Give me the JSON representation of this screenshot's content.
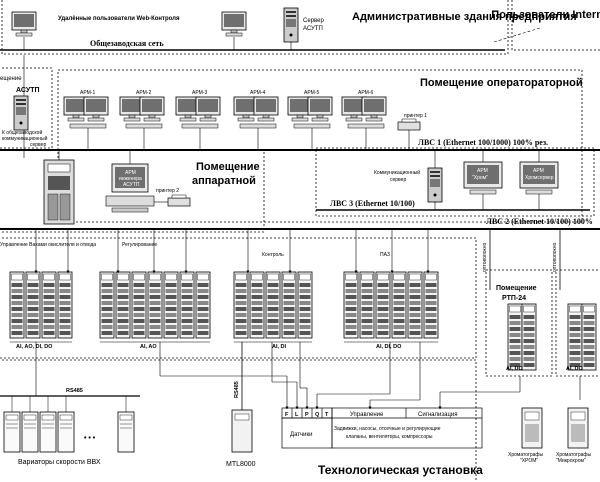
{
  "zones": {
    "admin_buildings": "Административные здания предприятия",
    "internet_users": "Пользователи Internet",
    "operator_room": "Помещение оператораторной",
    "apparatus_room_line1": "Помещение",
    "apparatus_room_line2": "аппаратной",
    "rtp24_line1": "Помещение",
    "rtp24_line2": "РТП-24",
    "tech_unit": "Технологическая установка",
    "asutp_left_line1": "ещение",
    "asutp_left_line2": "АСУТП"
  },
  "admin": {
    "remote_users": "Удалённые пользователи Web-Контроля",
    "server_line1": "Сервер",
    "server_line2": "АСУТП",
    "plant_network": "Общезаводская сеть"
  },
  "left_server": {
    "line1": "К общезаводской",
    "line2": "коммуникационный",
    "line3": "сервер"
  },
  "networks": {
    "lan1": "ЛВС 1  (Ethernet 100/1000) 100% рез.",
    "lan2": "ЛВС 2  (Ethernet 10/100) 100%",
    "lan3": "ЛВС 3  (Ethernet 10/100)"
  },
  "workstations": [
    "АРМ-1",
    "АРМ-2",
    "АРМ-3",
    "АРМ-4",
    "АРМ-5",
    "АРМ-6"
  ],
  "printer1": "принтер 1",
  "printer2": "принтер 2",
  "comm_server_line1": "Коммуникационный",
  "comm_server_line2": "сервер",
  "chrom_arms": [
    {
      "line1": "АРМ",
      "line2": "\"Хром\""
    },
    {
      "line1": "АРМ",
      "line2": "Хромсервер"
    }
  ],
  "eng_arm": {
    "line1": "АРМ",
    "line2": "инженера",
    "line3": "АСУТП"
  },
  "cabinet_groups": [
    {
      "title": "Управление Вахами окислителя и отвода",
      "io": "AI, AO, DI, DO"
    },
    {
      "title": "Регулирование",
      "io": "AI, AO"
    },
    {
      "title": "Контроль",
      "io": "AI, DI"
    },
    {
      "title": "ПАЗ",
      "io": "AI, DI, DO"
    }
  ],
  "rtp_io": [
    "AI, DO",
    "AI, DO"
  ],
  "fiber_label": "оптоволокно",
  "rs485_h": "RS485",
  "rs485_v": "RS485",
  "field": {
    "drives": "Вариаторы скорости ВВХ",
    "mtl": "MTL8000",
    "ellipsis": "• • •",
    "sensors_letters": [
      "F",
      "L",
      "P",
      "Q",
      "T"
    ],
    "sensors": "Датчики",
    "control": "Управление",
    "signaling": "Сигнализация",
    "actuators_line1": "Задвижки, насосы, отсечные и регулирующие",
    "actuators_line2": "клапаны, вентиляторы, компрессоры",
    "chrom1_line1": "Хроматографы",
    "chrom1_line2": "\"ХРОМ\"",
    "chrom2_line1": "Хроматографы",
    "chrom2_line2": "\"Микрохром\""
  }
}
